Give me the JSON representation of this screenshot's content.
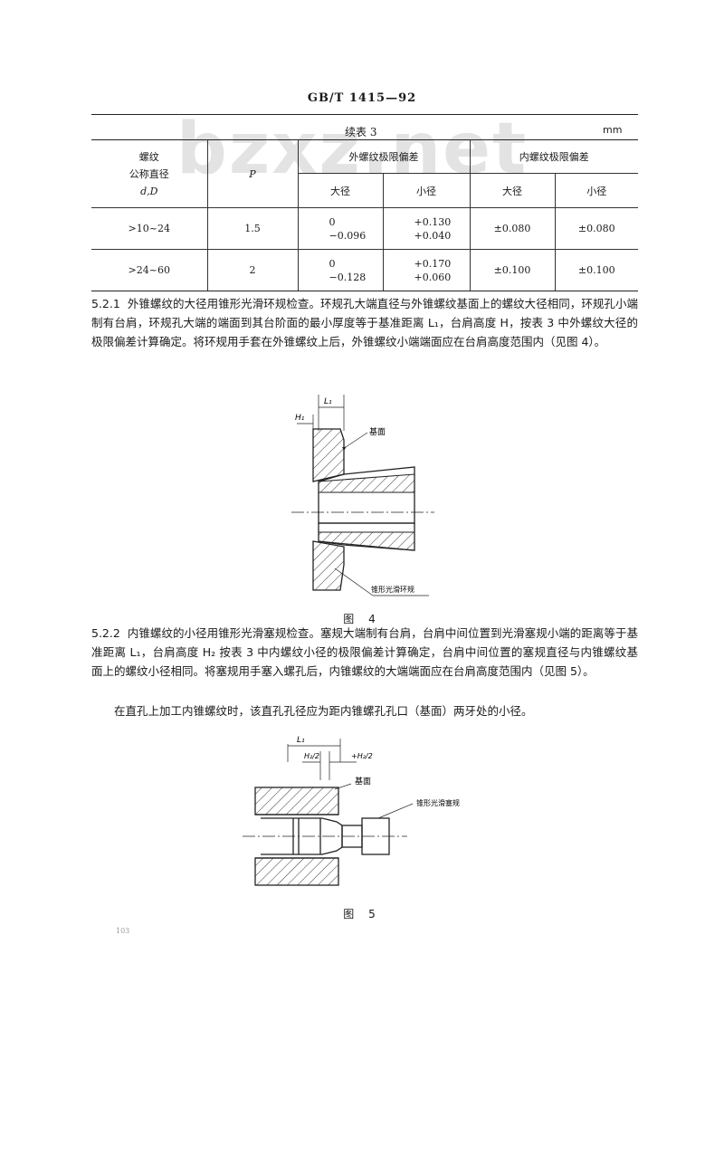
{
  "watermark": "bzxz.net",
  "header": {
    "standard": "GB/T 1415—92"
  },
  "table": {
    "caption": "续表 3",
    "unit": "mm",
    "col_thread": [
      "螺纹",
      "公称直径",
      "d,D"
    ],
    "col_pitch": "P",
    "group_external": "外螺纹极限偏差",
    "group_internal": "内螺纹极限偏差",
    "sub_major": "大径",
    "sub_minor": "小径",
    "rows": [
      {
        "range": ">10~24",
        "pitch": "1.5",
        "ext_major": [
          "0",
          "−0.096"
        ],
        "ext_minor": [
          "+0.130",
          "+0.040"
        ],
        "int_major": "±0.080",
        "int_minor": "±0.080"
      },
      {
        "range": ">24~60",
        "pitch": "2",
        "ext_major": [
          "0",
          "−0.128"
        ],
        "ext_minor": [
          "+0.170",
          "+0.060"
        ],
        "int_major": "±0.100",
        "int_minor": "±0.100"
      }
    ]
  },
  "section_521": {
    "number": "5.2.1",
    "text": "外锥螺纹的大径用锥形光滑环规检查。环规孔大端直径与外锥螺纹基面上的螺纹大径相同，环规孔小端制有台肩，环规孔大端的端面到其台阶面的最小厚度等于基准距离 L₁，台肩高度 H，按表 3 中外螺纹大径的极限偏差计算确定。将环规用手套在外锥螺纹上后，外锥螺纹小端端面应在台肩高度范围内（见图 4）。"
  },
  "figure4": {
    "label_L1": "L₁",
    "label_H1": "H₁",
    "label_base": "基面",
    "label_gauge": "锥形光滑环规",
    "caption": "图 4"
  },
  "section_522": {
    "number": "5.2.2",
    "text": "内锥螺纹的小径用锥形光滑塞规检查。塞规大端制有台肩，台肩中间位置到光滑塞规小端的距离等于基准距离 L₁，台肩高度 H₂ 按表 3 中内螺纹小径的极限偏差计算确定，台肩中间位置的塞规直径与内锥螺纹基面上的螺纹小径相同。将塞规用手塞入螺孔后，内锥螺纹的大端端面应在台肩高度范围内（见图 5）。",
    "text2": "在直孔上加工内锥螺纹时，该直孔孔径应为距内锥螺孔孔口（基面）两牙处的小径。"
  },
  "figure5": {
    "label_L1": "L₁",
    "label_H2_minus": "H₂/2",
    "label_H2_plus": "+H₂/2",
    "label_base": "基面",
    "label_gauge": "锥形光滑塞规",
    "caption": "图 5"
  },
  "page_number": "103"
}
